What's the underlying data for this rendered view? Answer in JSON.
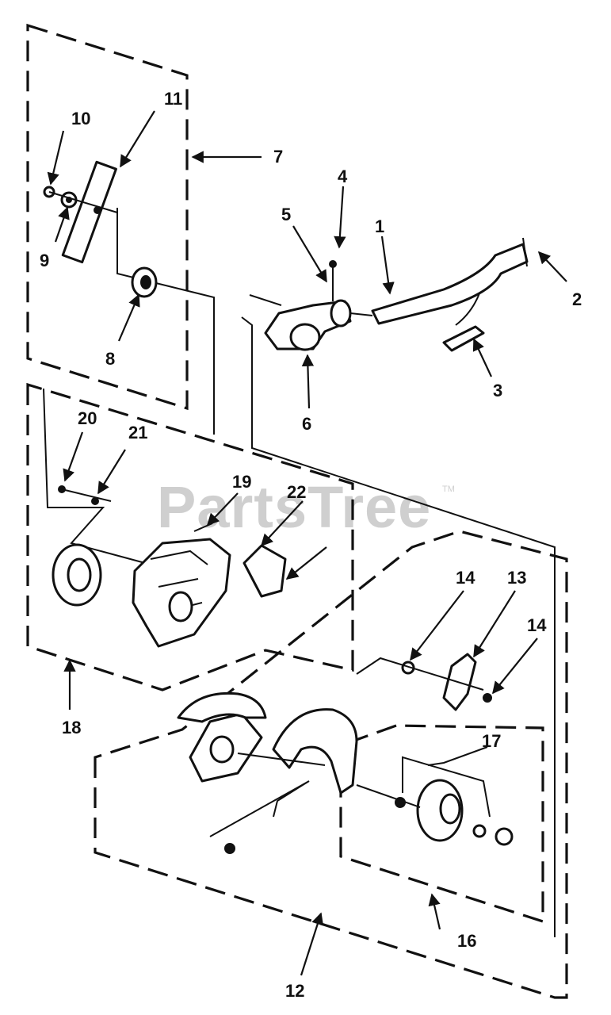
{
  "watermark": {
    "text": "PartsTree",
    "trademark": "TM"
  },
  "callouts": [
    {
      "id": "c1",
      "label": "1"
    },
    {
      "id": "c2",
      "label": "2"
    },
    {
      "id": "c3",
      "label": "3"
    },
    {
      "id": "c4",
      "label": "4"
    },
    {
      "id": "c5",
      "label": "5"
    },
    {
      "id": "c6",
      "label": "6"
    },
    {
      "id": "c7",
      "label": "7"
    },
    {
      "id": "c8",
      "label": "8"
    },
    {
      "id": "c9",
      "label": "9"
    },
    {
      "id": "c10",
      "label": "10"
    },
    {
      "id": "c11",
      "label": "11"
    },
    {
      "id": "c12",
      "label": "12"
    },
    {
      "id": "c13",
      "label": "13"
    },
    {
      "id": "c14a",
      "label": "14"
    },
    {
      "id": "c14b",
      "label": "14"
    },
    {
      "id": "c16",
      "label": "16"
    },
    {
      "id": "c17",
      "label": "17"
    },
    {
      "id": "c18",
      "label": "18"
    },
    {
      "id": "c19",
      "label": "19"
    },
    {
      "id": "c20",
      "label": "20"
    },
    {
      "id": "c21",
      "label": "21"
    },
    {
      "id": "c22",
      "label": "22"
    }
  ]
}
